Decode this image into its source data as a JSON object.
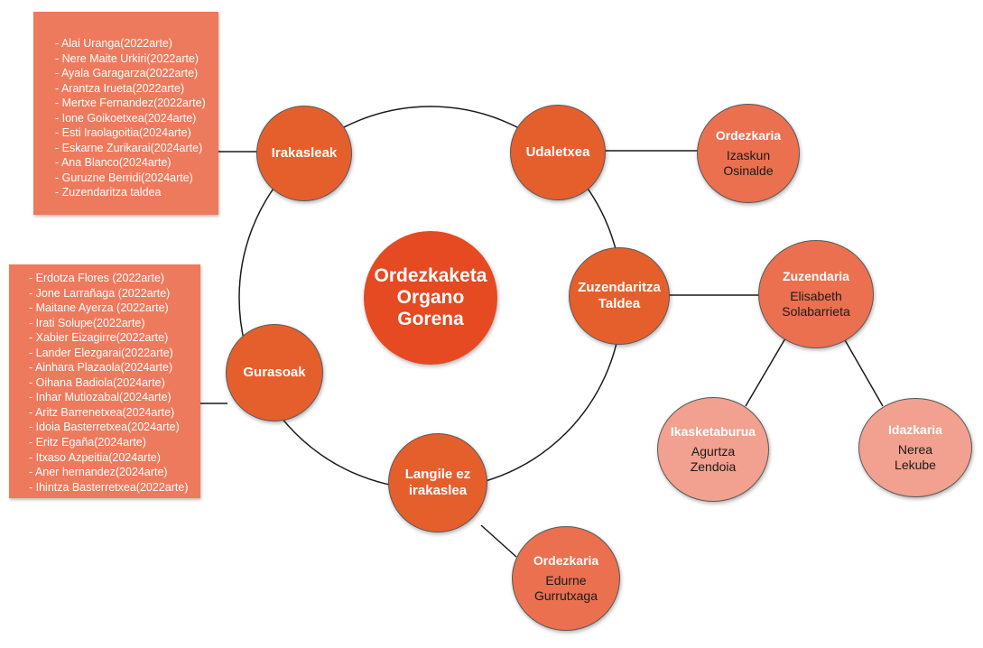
{
  "center": {
    "line1": "Ordezkaketa",
    "line2": "Organo",
    "line3": "Gorena"
  },
  "nodes": {
    "irakasleak": "Irakasleak",
    "udaletxea": "Udaletxea",
    "zuzendaritza": {
      "line1": "Zuzendaritza",
      "line2": "Taldea"
    },
    "gurasoak": "Gurasoak",
    "langile": {
      "line1": "Langile ez",
      "line2": "irakaslea"
    }
  },
  "representatives": {
    "udaletxea": {
      "title": "Ordezkaria",
      "line1": "Izaskun",
      "line2": "Osinalde"
    },
    "zuzendaria": {
      "title": "Zuzendaria",
      "line1": "Elisabeth",
      "line2": "Solabarrieta"
    },
    "ikasketaburua": {
      "title": "Ikasketaburua",
      "line1": "Agurtza",
      "line2": "Zendoia"
    },
    "idazkaria": {
      "title": "Idazkaria",
      "line1": "Nerea",
      "line2": "Lekube"
    },
    "langile": {
      "title": "Ordezkaria",
      "line1": "Edurne",
      "line2": "Gurrutxaga"
    }
  },
  "irakasleak_list": [
    "- Alai Uranga(2022arte)",
    "- Nere Maite Urkiri(2022arte)",
    "- Ayala Garagarza(2022arte)",
    "- Arantza Irueta(2022arte)",
    "- Mertxe Fernandez(2022arte)",
    "- Ione Goikoetxea(2024arte)",
    "- Esti Iraolagoitia(2024arte)",
    "- Eskarne Zurikarai(2024arte)",
    "- Ana Blanco(2024arte)",
    "- Guruzne Berridi(2024arte)",
    "- Zuzendaritza taldea"
  ],
  "gurasoak_list": [
    "- Erdotza Flores (2022arte)",
    "- Jone Larrañaga (2022arte)",
    "- Maitane Ayerza (2022arte)",
    "- Irati Solupe(2022arte)",
    "- Xabier Eizagirre(2022arte)",
    "- Lander Elezgarai(2022arte)",
    "- Ainhara Plazaola(2024arte)",
    "- Oihana Badiola(2024arte)",
    "- Inhar Mutiozabal(2024arte)",
    "- Aritz Barrenetxea(2024arte)",
    "- Idoia Basterretxea(2024arte)",
    "- Eritz Egaña(2024arte)",
    "- Itxaso Azpeitia(2024arte)",
    "- Aner hernandez(2024arte)",
    "- Ihintza Basterretxea(2022arte)"
  ],
  "colors": {
    "list_box": "#ee7a5d",
    "center": "#e54a22",
    "main_node": "#e55f2d",
    "representative_node": "#ea7050",
    "light_node": "#f2a08f",
    "connector": "#1a1a1a"
  }
}
